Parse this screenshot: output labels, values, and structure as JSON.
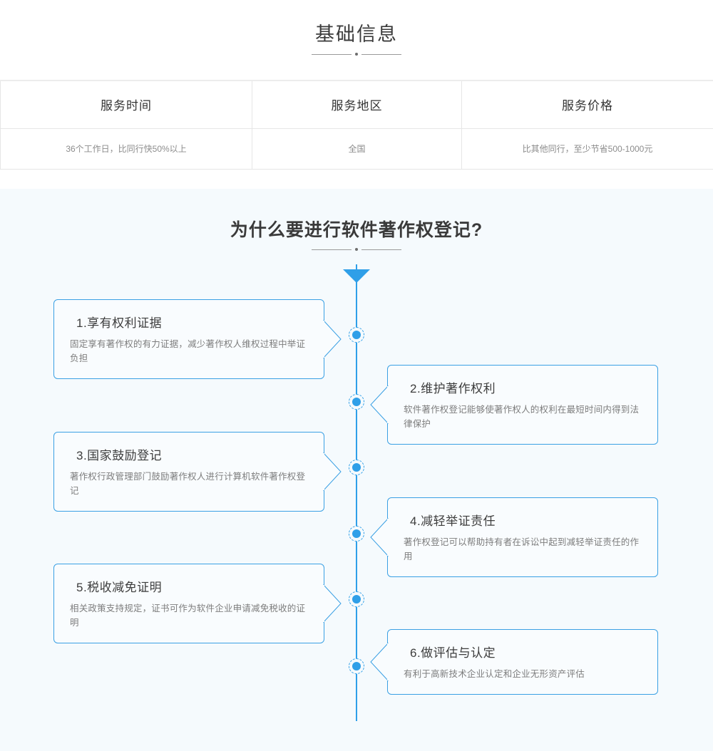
{
  "basic_info": {
    "title": "基础信息",
    "table": {
      "headers": [
        "服务时间",
        "服务地区",
        "服务价格"
      ],
      "values": [
        "36个工作日，比同行快50%以上",
        "全国",
        "比其他同行，至少节省500-1000元"
      ]
    }
  },
  "why_section": {
    "title": "为什么要进行软件著作权登记?",
    "cards": [
      {
        "title": "1.享有权利证据",
        "body": "固定享有著作权的有力证据，减少著作权人维权过程中举证负担",
        "side": "left"
      },
      {
        "title": "2.维护著作权利",
        "body": "软件著作权登记能够使著作权人的权利在最短时间内得到法律保护",
        "side": "right"
      },
      {
        "title": "3.国家鼓励登记",
        "body": "著作权行政管理部门鼓励著作权人进行计算机软件著作权登记",
        "side": "left"
      },
      {
        "title": "4.减轻举证责任",
        "body": "著作权登记可以帮助持有者在诉讼中起到减轻举证责任的作用",
        "side": "right"
      },
      {
        "title": "5.税收减免证明",
        "body": "相关政策支持规定，证书可作为软件企业申请减免税收的证明",
        "side": "left"
      },
      {
        "title": "6.做评估与认定",
        "body": "有利于高新技术企业认定和企业无形资产评估",
        "side": "right"
      }
    ]
  },
  "colors": {
    "accent": "#2f9fe8",
    "card_border": "#3aa0e4",
    "section_bg": "#f5fafd",
    "table_border": "#e6e6e6",
    "title_text": "#3b3b3b",
    "body_text": "#7d7d7d"
  }
}
